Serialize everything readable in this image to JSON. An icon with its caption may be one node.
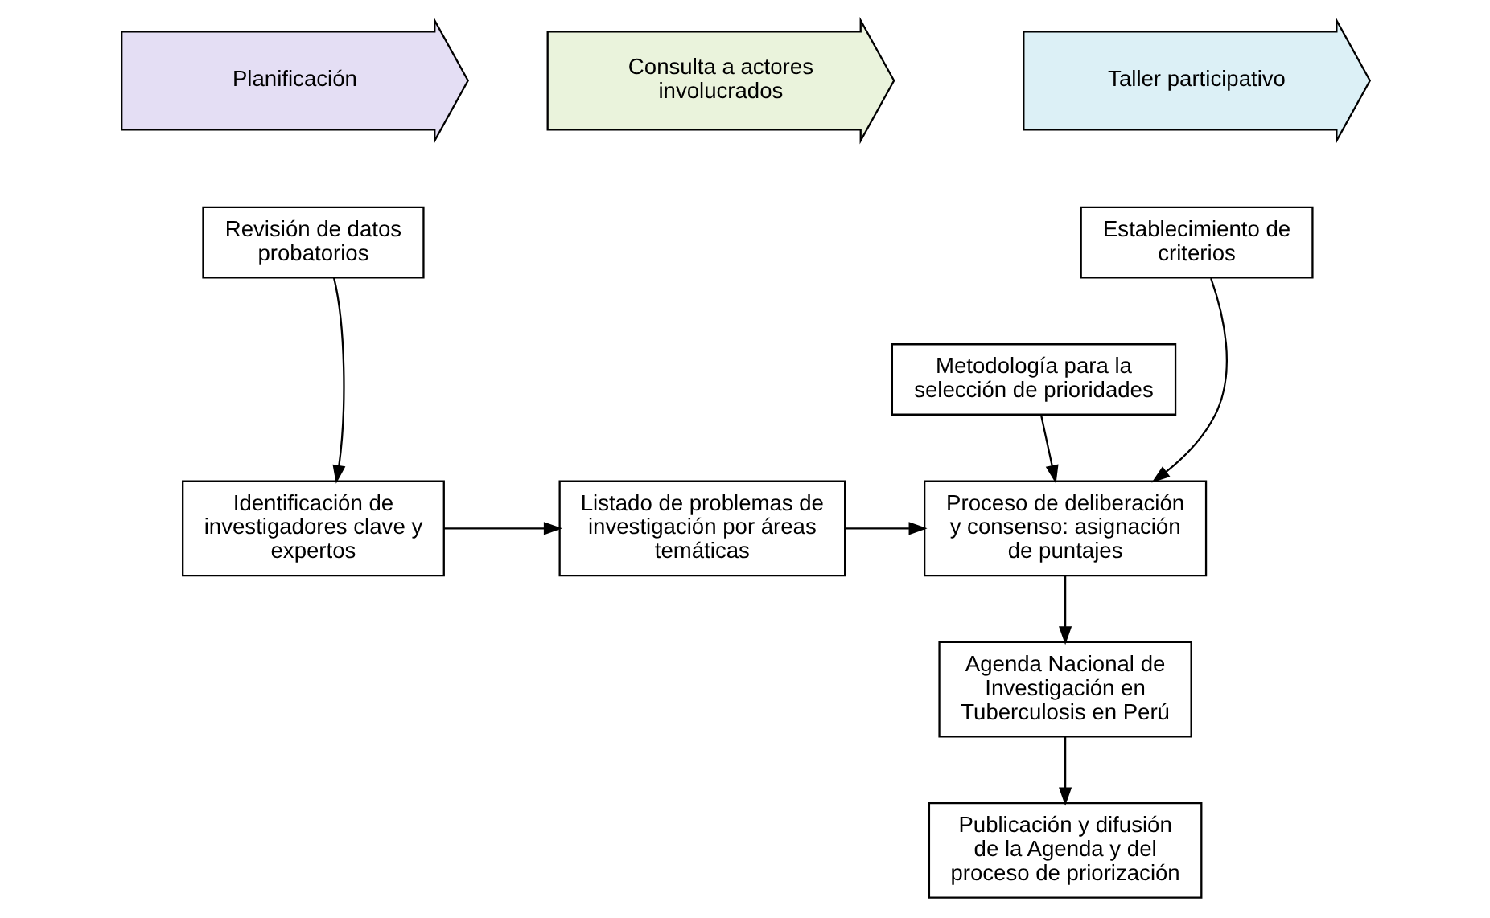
{
  "diagram": {
    "nodes": [
      {
        "text": [
          "Planificación"
        ]
      },
      {
        "text": [
          "Consulta a actores involucrados"
        ]
      },
      {
        "text": [
          "Taller participativo"
        ]
      },
      {
        "text": [
          "Revisión de datos probatorios"
        ]
      },
      {
        "text": [
          "Identificación de investigadores clave y expertos"
        ]
      },
      {
        "text": [
          "Listado de problemas de investigación por áreas temáticas"
        ]
      },
      {
        "text": [
          "Establecimiento de criterios"
        ]
      },
      {
        "text": [
          "Metodología para la selección de prioridades"
        ]
      },
      {
        "text": [
          "Proceso de deliberación y consenso: asignación de puntajes"
        ]
      },
      {
        "text": [
          "Agenda Nacional de Investigación en Tuberculosis en Perú"
        ]
      },
      {
        "text": [
          "Publicación y difusión de la Agenda y del proceso de priorización"
        ]
      }
    ],
    "edges": [
      {
        "from": 3,
        "to": 4,
        "arrow": "to"
      },
      {
        "from": 4,
        "to": 5,
        "arrow": "to"
      },
      {
        "from": 5,
        "to": 8,
        "arrow": "to"
      },
      {
        "from": 6,
        "to": 8,
        "arrow": "to"
      },
      {
        "from": 7,
        "to": 8,
        "arrow": "to"
      },
      {
        "from": 8,
        "to": 9,
        "arrow": "to"
      },
      {
        "from": 9,
        "to": 10,
        "arrow": "to"
      }
    ]
  }
}
